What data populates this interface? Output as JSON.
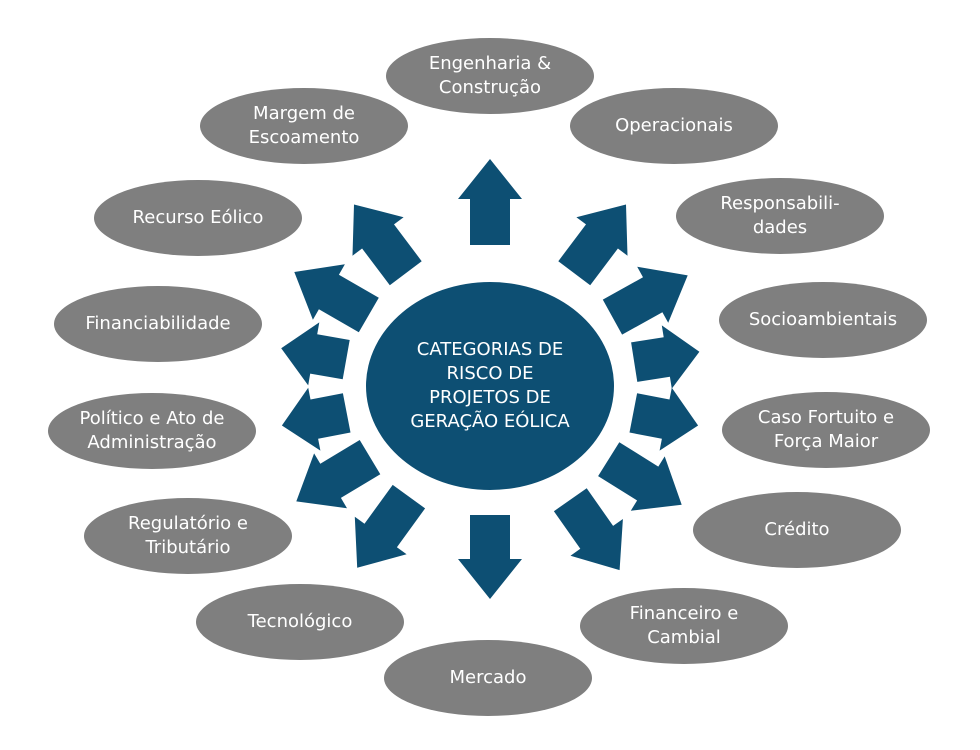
{
  "center": {
    "label": "CATEGORIAS DE\nRISCO DE\nPROJETOS DE\nGERAÇÃO EÓLICA"
  },
  "categories": [
    {
      "label": "Engenharia &\nConstrução"
    },
    {
      "label": "Operacionais"
    },
    {
      "label": "Responsabili-\ndades"
    },
    {
      "label": "Socioambientais"
    },
    {
      "label": "Caso Fortuito e\nForça Maior"
    },
    {
      "label": "Crédito"
    },
    {
      "label": "Financeiro e\nCambial"
    },
    {
      "label": "Mercado"
    },
    {
      "label": "Tecnológico"
    },
    {
      "label": "Regulatório e\nTributário"
    },
    {
      "label": "Político e Ato de\nAdministração"
    },
    {
      "label": "Financiabilidade"
    },
    {
      "label": "Recurso Eólico"
    },
    {
      "label": "Margem de\nEscoamento"
    }
  ],
  "colors": {
    "center_fill": "#0d4f73",
    "arrow_fill": "#0d4f73",
    "node_fill": "#7f7f7f",
    "text": "#ffffff"
  }
}
